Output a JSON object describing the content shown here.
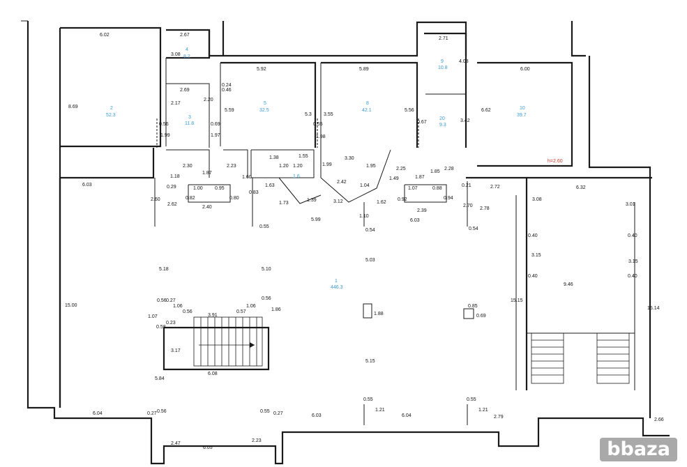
{
  "rooms": [
    {
      "id": "1",
      "area": "446.3"
    },
    {
      "id": "2",
      "area": "52.3"
    },
    {
      "id": "3",
      "area": "11.8"
    },
    {
      "id": "4",
      "area": "8.2"
    },
    {
      "id": "5",
      "area": "32.5"
    },
    {
      "id": "8",
      "area": "42.1"
    },
    {
      "id": "9",
      "area": "10.8"
    },
    {
      "id": "10",
      "area": "39.7"
    },
    {
      "id": "20",
      "area": "9.3"
    },
    {
      "id": "16",
      "area": "1.6"
    }
  ],
  "height_note": "h=2.60",
  "dims": [
    "6.02",
    "2.67",
    "3.08",
    "2.69",
    "2.17",
    "2.20",
    "1.99",
    "1.97",
    "0.56",
    "0.69",
    "8.69",
    "5.92",
    "0.24",
    "0.46",
    "5.59",
    "5.3",
    "3.55",
    "5.89",
    "0.55",
    "1.98",
    "5.56",
    "0.67",
    "2.71",
    "4.08",
    "3.42",
    "6.00",
    "6.62",
    "1.55",
    "1.38",
    "1.20",
    "1.20",
    "3.30",
    "1.95",
    "2.42",
    "1.04",
    "1.99",
    "1.60",
    "1.63",
    "0.83",
    "1.73",
    "1.39",
    "3.12",
    "2.30",
    "1.87",
    "2.23",
    "1.18",
    "1.00",
    "0.95",
    "0.82",
    "0.80",
    "2.40",
    "0.29",
    "2.62",
    "2.60",
    "6.03",
    "5.99",
    "1.10",
    "0.55",
    "0.54",
    "6.03",
    "2.25",
    "1.87",
    "1.85",
    "2.28",
    "1.49",
    "1.62",
    "1.07",
    "0.88",
    "0.92",
    "0.94",
    "2.39",
    "0.21",
    "2.70",
    "2.78",
    "2.72",
    "6.32",
    "3.01",
    "3.08",
    "0.40",
    "3.15",
    "0.40",
    "9.46",
    "0.40",
    "3.15",
    "0.40",
    "15.00",
    "5.18",
    "5.10",
    "5.03",
    "0.56",
    "0.27",
    "1.06",
    "0.56",
    "1.07",
    "0.23",
    "0.58",
    "3.91",
    "0.57",
    "1.06",
    "0.56",
    "1.86",
    "1.88",
    "0.85",
    "0.69",
    "3.17",
    "6.08",
    "5.15",
    "15.15",
    "15.14",
    "5.84",
    "6.04",
    "0.27",
    "0.56",
    "0.55",
    "0.27",
    "6.03",
    "0.55",
    "1.21",
    "6.04",
    "0.55",
    "1.21",
    "2.79",
    "2.47",
    "6.05",
    "2.23",
    "2.66",
    "0.54"
  ],
  "watermark": "bbaza"
}
